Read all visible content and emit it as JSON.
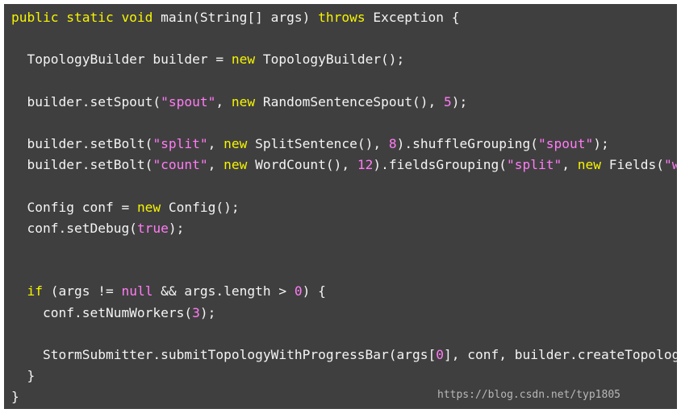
{
  "code": {
    "lines": [
      [
        {
          "t": "kw",
          "v": "public static void "
        },
        {
          "t": "pl",
          "v": "main(String[] args) "
        },
        {
          "t": "kw",
          "v": "throws "
        },
        {
          "t": "pl",
          "v": "Exception {"
        }
      ],
      [],
      [
        {
          "t": "pl",
          "v": "  TopologyBuilder builder = "
        },
        {
          "t": "kw",
          "v": "new "
        },
        {
          "t": "pl",
          "v": "TopologyBuilder();"
        }
      ],
      [],
      [
        {
          "t": "pl",
          "v": "  builder.setSpout("
        },
        {
          "t": "str",
          "v": "\"spout\""
        },
        {
          "t": "pl",
          "v": ", "
        },
        {
          "t": "kw",
          "v": "new "
        },
        {
          "t": "pl",
          "v": "RandomSentenceSpout(), "
        },
        {
          "t": "num",
          "v": "5"
        },
        {
          "t": "pl",
          "v": ");"
        }
      ],
      [],
      [
        {
          "t": "pl",
          "v": "  builder.setBolt("
        },
        {
          "t": "str",
          "v": "\"split\""
        },
        {
          "t": "pl",
          "v": ", "
        },
        {
          "t": "kw",
          "v": "new "
        },
        {
          "t": "pl",
          "v": "SplitSentence(), "
        },
        {
          "t": "num",
          "v": "8"
        },
        {
          "t": "pl",
          "v": ").shuffleGrouping("
        },
        {
          "t": "str",
          "v": "\"spout\""
        },
        {
          "t": "pl",
          "v": ");"
        }
      ],
      [
        {
          "t": "pl",
          "v": "  builder.setBolt("
        },
        {
          "t": "str",
          "v": "\"count\""
        },
        {
          "t": "pl",
          "v": ", "
        },
        {
          "t": "kw",
          "v": "new "
        },
        {
          "t": "pl",
          "v": "WordCount(), "
        },
        {
          "t": "num",
          "v": "12"
        },
        {
          "t": "pl",
          "v": ").fieldsGrouping("
        },
        {
          "t": "str",
          "v": "\"split\""
        },
        {
          "t": "pl",
          "v": ", "
        },
        {
          "t": "kw",
          "v": "new "
        },
        {
          "t": "pl",
          "v": "Fields("
        },
        {
          "t": "str",
          "v": "\"word\""
        },
        {
          "t": "pl",
          "v": "));"
        }
      ],
      [],
      [
        {
          "t": "pl",
          "v": "  Config conf = "
        },
        {
          "t": "kw",
          "v": "new "
        },
        {
          "t": "pl",
          "v": "Config();"
        }
      ],
      [
        {
          "t": "pl",
          "v": "  conf.setDebug("
        },
        {
          "t": "str",
          "v": "true"
        },
        {
          "t": "pl",
          "v": ");"
        }
      ],
      [],
      [],
      [
        {
          "t": "kw",
          "v": "  if "
        },
        {
          "t": "pl",
          "v": "(args != "
        },
        {
          "t": "str",
          "v": "null"
        },
        {
          "t": "pl",
          "v": " && args.length > "
        },
        {
          "t": "num",
          "v": "0"
        },
        {
          "t": "pl",
          "v": ") {"
        }
      ],
      [
        {
          "t": "pl",
          "v": "    conf.setNumWorkers("
        },
        {
          "t": "num",
          "v": "3"
        },
        {
          "t": "pl",
          "v": ");"
        }
      ],
      [],
      [
        {
          "t": "pl",
          "v": "    StormSubmitter.submitTopologyWithProgressBar(args["
        },
        {
          "t": "num",
          "v": "0"
        },
        {
          "t": "pl",
          "v": "], conf, builder.createTopology());"
        }
      ],
      [
        {
          "t": "pl",
          "v": "  }"
        }
      ],
      [
        {
          "t": "pl",
          "v": "}"
        }
      ]
    ]
  },
  "watermark": "https://blog.csdn.net/typ1805",
  "colors": {
    "background": "#403f40",
    "keyword": "#f5f500",
    "string": "#ff7cf4",
    "number": "#ff7cf4",
    "plain": "#f4f4f4"
  }
}
